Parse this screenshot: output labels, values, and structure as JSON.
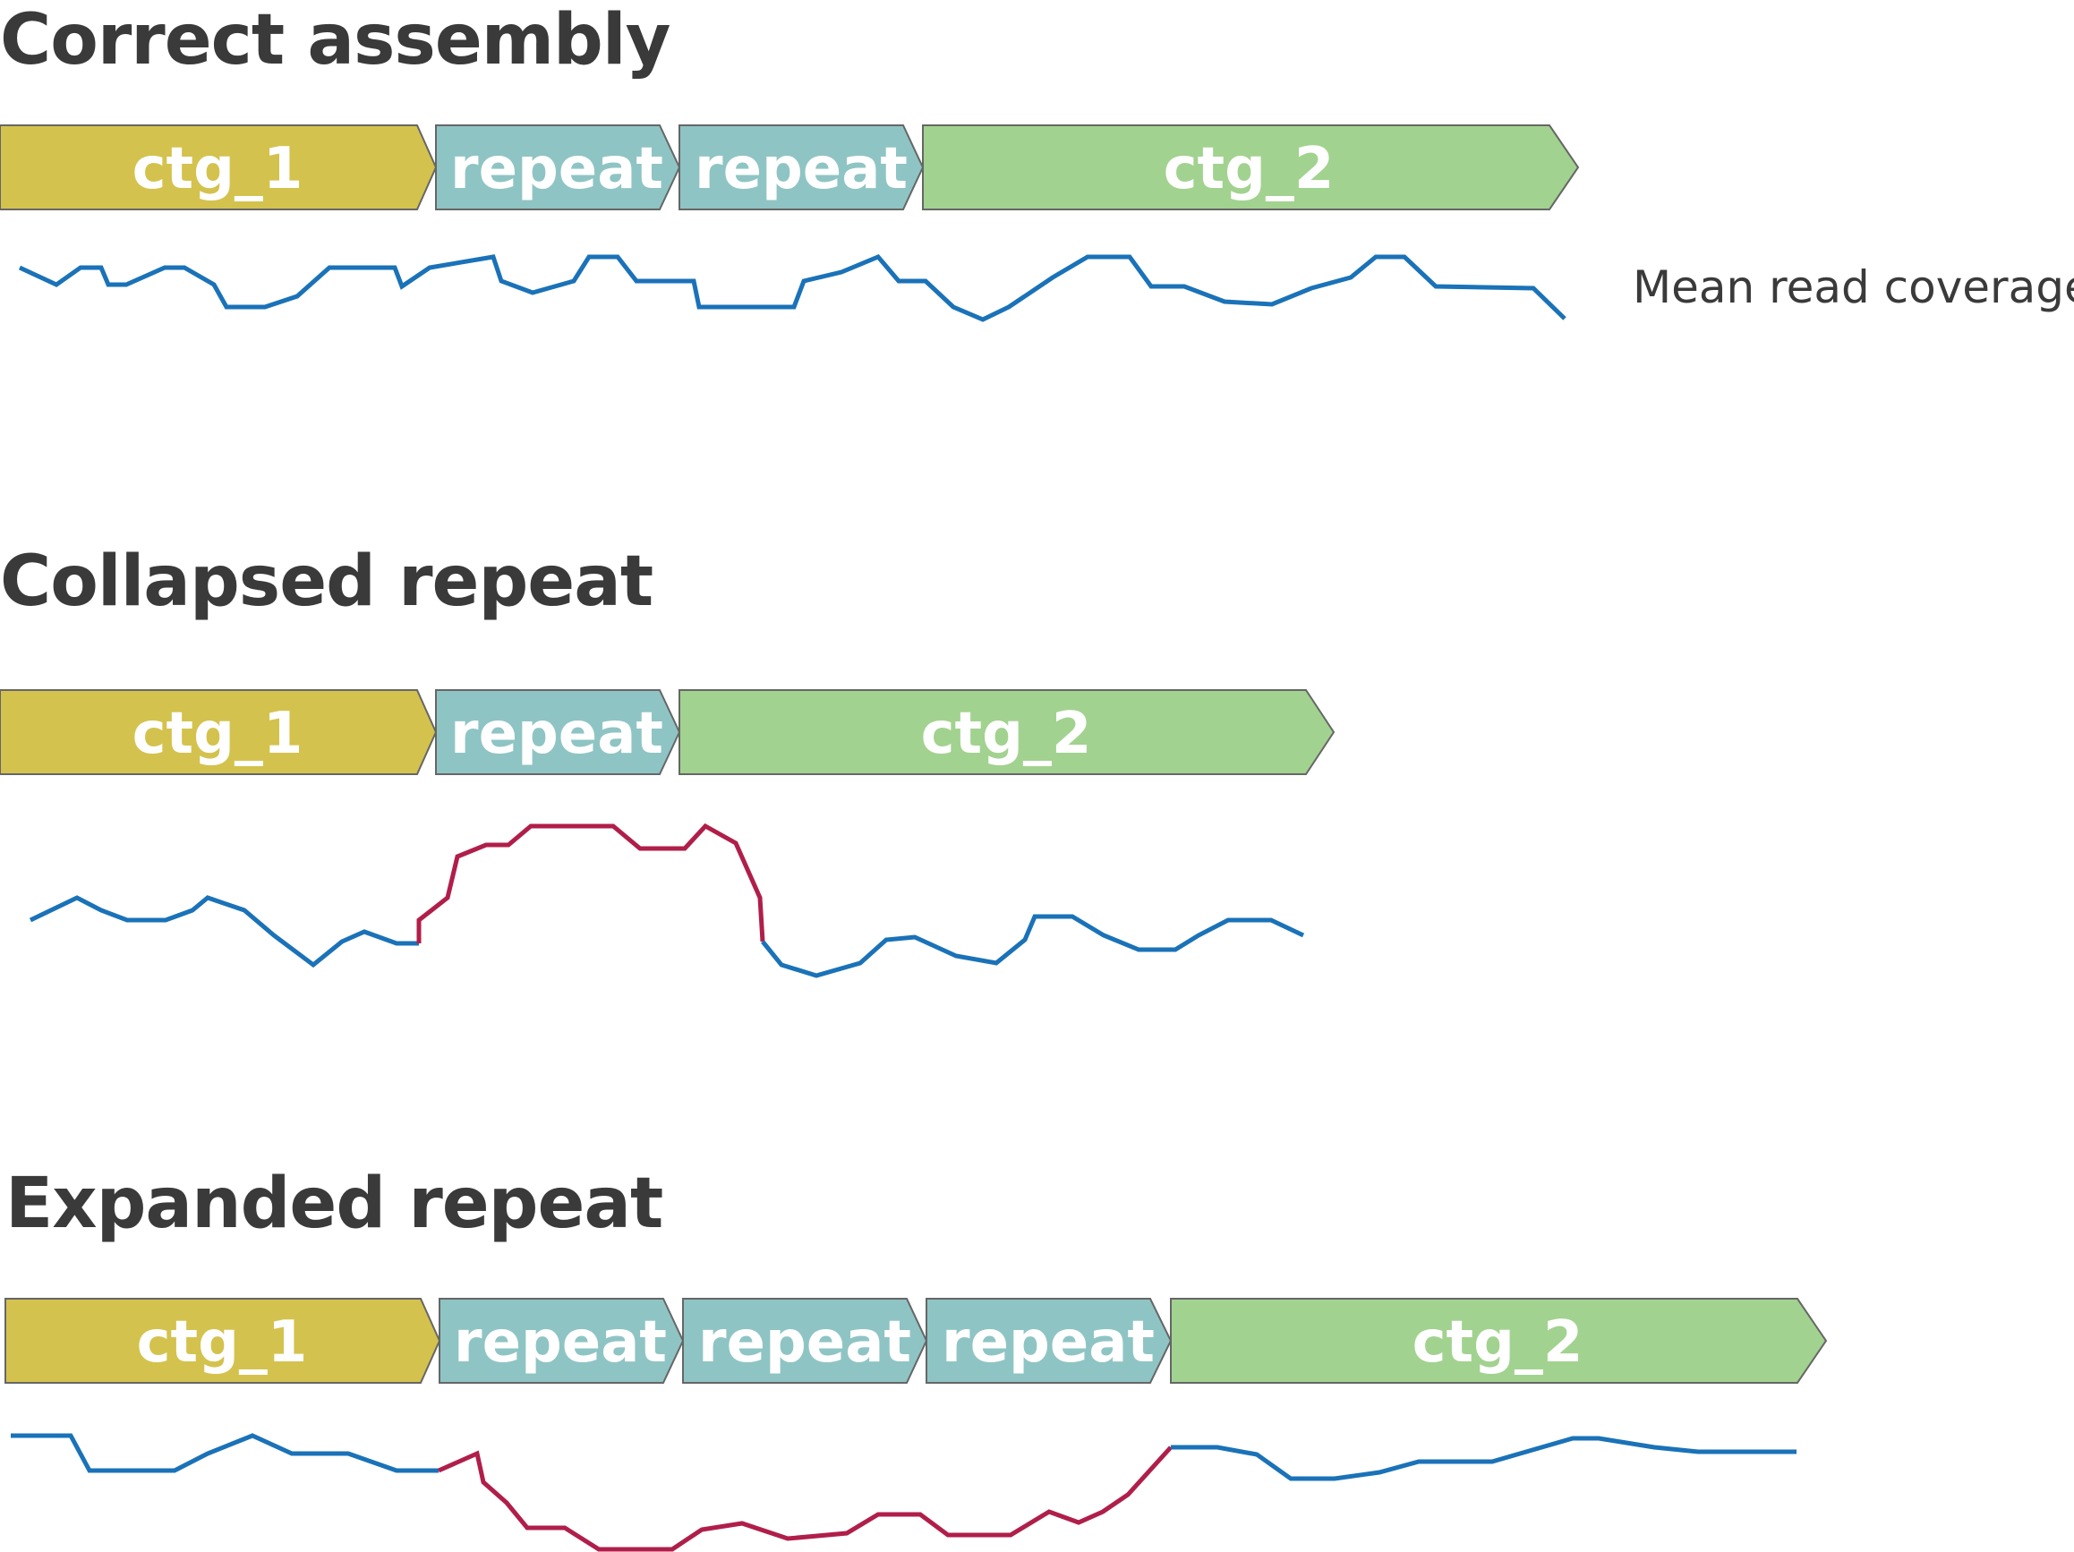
{
  "colors": {
    "ctg_1": "#d4c24e",
    "repeat": "#8fc4c4",
    "ctg_2": "#a2d28f",
    "outline": "#666666",
    "coverage_normal": "#1a72b8",
    "coverage_anomaly": "#b01e4a"
  },
  "coverage_label": "Mean read coverage",
  "panels": [
    {
      "title": "Correct assembly",
      "segments": [
        {
          "label": "ctg_1",
          "kind": "ctg_1"
        },
        {
          "label": "repeat",
          "kind": "repeat"
        },
        {
          "label": "repeat",
          "kind": "repeat"
        },
        {
          "label": "ctg_2",
          "kind": "ctg_2"
        }
      ]
    },
    {
      "title": "Collapsed repeat",
      "segments": [
        {
          "label": "ctg_1",
          "kind": "ctg_1"
        },
        {
          "label": "repeat",
          "kind": "repeat"
        },
        {
          "label": "ctg_2",
          "kind": "ctg_2"
        }
      ]
    },
    {
      "title": "Expanded repeat",
      "segments": [
        {
          "label": "ctg_1",
          "kind": "ctg_1"
        },
        {
          "label": "repeat",
          "kind": "repeat"
        },
        {
          "label": "repeat",
          "kind": "repeat"
        },
        {
          "label": "repeat",
          "kind": "repeat"
        },
        {
          "label": "ctg_2",
          "kind": "ctg_2"
        }
      ]
    }
  ]
}
